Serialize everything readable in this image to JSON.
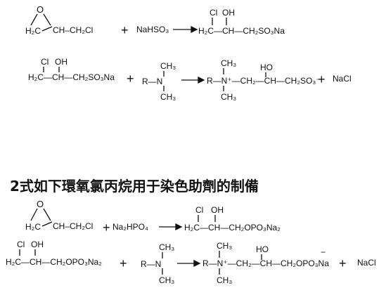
{
  "reaction1": {
    "epoxide_o": "O",
    "epoxide_h2c": "H₂C",
    "epoxide_tail": "CH–CH₂Cl",
    "plus": "+",
    "reagent": "NaHSO₃",
    "prod_cl": "Cl",
    "prod_oh": "OH",
    "prod_chain": "H₂C—CH—CH₂SO₃Na"
  },
  "reaction2": {
    "sm_cl": "Cl",
    "sm_oh": "OH",
    "sm_chain": "H₂C—CH—CH₂SO₃Na",
    "plus": "+",
    "amine_r": "R—N",
    "amine_ch3_top": "CH₃",
    "amine_ch3_bottom": "CH₃",
    "prod_head": "R—N⁺—CH₂—CH—CH₂SO₃⁻",
    "prod_ch3_top": "CH₃",
    "prod_ch3_bottom": "CH₃",
    "prod_ho": "HO",
    "plus2": "+",
    "byproduct": "NaCl"
  },
  "caption": "2式如下環氧氯丙烷用于染色助劑的制備",
  "reaction3": {
    "epoxide_o": "O",
    "epoxide_h2c": "H₂C",
    "epoxide_tail": "CH–CH₂Cl",
    "plus": "+",
    "reagent": "Na₂HPO₄",
    "prod_cl": "Cl",
    "prod_oh": "OH",
    "prod_chain": "H₂C—CH—CH₂OPO₃Na₂"
  },
  "reaction4": {
    "sm_cl": "Cl",
    "sm_oh": "OH",
    "sm_chain": "H₂C—CH—CH₂OPO₃Na₂",
    "plus": "+",
    "amine_r": "R—N",
    "amine_ch3_top": "CH₃",
    "amine_ch3_bottom": "CH₃",
    "prod_head": "R—N⁺—CH₂—CH—CH₂OPO₃Na",
    "prod_minus": "−",
    "prod_ch3_top": "CH₃",
    "prod_ch3_bottom": "CH₃",
    "prod_ho": "HO",
    "plus2": "+",
    "byproduct": "NaCl"
  }
}
